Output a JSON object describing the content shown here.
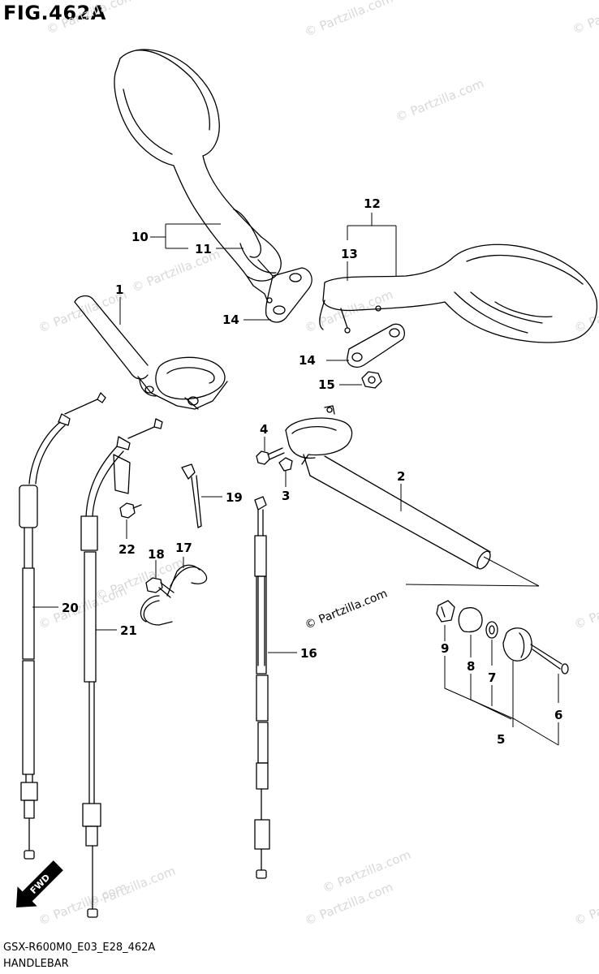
{
  "figure": {
    "title": "FIG.462A",
    "code": "GSX-R600M0_E03_E28_462A",
    "name": "HANDLEBAR"
  },
  "watermark": {
    "text": "© Partzilla.com",
    "center_text": "© Partzilla.com"
  },
  "fwd_arrow": {
    "label": "FWD"
  },
  "callouts": [
    {
      "id": "1",
      "label": "1"
    },
    {
      "id": "2",
      "label": "2"
    },
    {
      "id": "3",
      "label": "3"
    },
    {
      "id": "4",
      "label": "4"
    },
    {
      "id": "5",
      "label": "5"
    },
    {
      "id": "6",
      "label": "6"
    },
    {
      "id": "7",
      "label": "7"
    },
    {
      "id": "8",
      "label": "8"
    },
    {
      "id": "9",
      "label": "9"
    },
    {
      "id": "10",
      "label": "10"
    },
    {
      "id": "11",
      "label": "11"
    },
    {
      "id": "12",
      "label": "12"
    },
    {
      "id": "13",
      "label": "13"
    },
    {
      "id": "14a",
      "label": "14"
    },
    {
      "id": "14b",
      "label": "14"
    },
    {
      "id": "15",
      "label": "15"
    },
    {
      "id": "16",
      "label": "16"
    },
    {
      "id": "17",
      "label": "17"
    },
    {
      "id": "18",
      "label": "18"
    },
    {
      "id": "19",
      "label": "19"
    },
    {
      "id": "20",
      "label": "20"
    },
    {
      "id": "21",
      "label": "21"
    },
    {
      "id": "22",
      "label": "22"
    }
  ],
  "colors": {
    "line": "#000000",
    "watermark": "#d8d8d8",
    "background": "#ffffff"
  }
}
